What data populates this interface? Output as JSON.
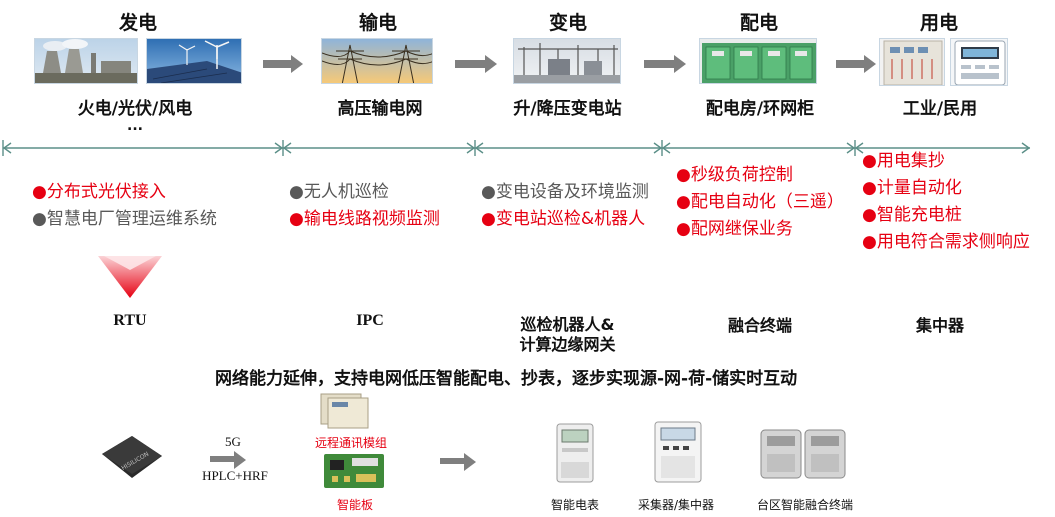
{
  "stages": [
    {
      "title": "发电",
      "caption": "火电/光伏/风电",
      "caption2": "..."
    },
    {
      "title": "输电",
      "caption": "高压输电网"
    },
    {
      "title": "变电",
      "caption": "升/降压变电站"
    },
    {
      "title": "配电",
      "caption": "配电房/环网柜"
    },
    {
      "title": "用电",
      "caption": "工业/民用"
    }
  ],
  "bullets": {
    "generation": [
      "●分布式光伏接入",
      "●智慧电厂管理运维系统"
    ],
    "transmission": [
      "●无人机巡检",
      "●输电线路视频监测"
    ],
    "substation": [
      "●变电设备及环境监测",
      "●变电站巡检&机器人"
    ],
    "distribution": [
      "●秒级负荷控制",
      "●配电自动化（三遥）",
      "●配网继保业务"
    ],
    "consumption": [
      "●用电集抄",
      "●计量自动化",
      "●智能充电桩",
      "●用电符合需求侧响应"
    ]
  },
  "products": {
    "rtu": "RTU",
    "ipc": "IPC",
    "robot_line1": "巡检机器人&",
    "robot_line2": "计算边缘网关",
    "fusion": "融合终端",
    "concentrator": "集中器"
  },
  "tagline": "网络能力延伸，支持电网低压智能配电、抄表，逐步实现源-网-荷-储实时互动",
  "bottom": {
    "label_5g": "5G",
    "label_hplc": "HPLC+HRF",
    "remote_module": "远程通讯模组",
    "smart_board": "智能板",
    "smart_meter": "智能电表",
    "collector": "采集器/集中器",
    "fusion_terminal": "台区智能融合终端",
    "chip_text": "HISILICON"
  },
  "colors": {
    "accent_red": "#e60012",
    "divider_teal": "#5b8f88",
    "arrow_gray": "#7f7f7f"
  }
}
